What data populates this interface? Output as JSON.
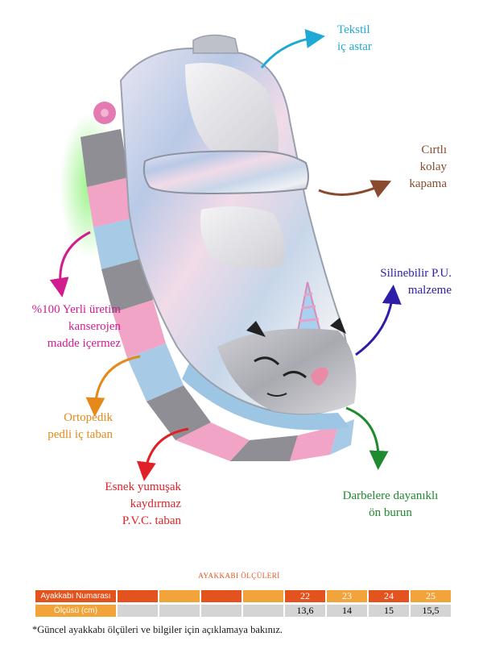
{
  "callouts": {
    "lining": {
      "lines": [
        "Tekstil",
        "iç astar"
      ],
      "color": "#1fa9d6"
    },
    "closure": {
      "lines": [
        "Cırtlı",
        "kolay",
        "kapama"
      ],
      "color": "#8a4a2e"
    },
    "material": {
      "lines": [
        "Silinebilir P.U.",
        "malzeme"
      ],
      "color": "#2c1ea8"
    },
    "local": {
      "lines": [
        "%100 Yerli üretim",
        "kanserojen",
        "madde içermez"
      ],
      "color": "#d11c8f"
    },
    "insole": {
      "lines": [
        "Ortopedik",
        "pedli iç taban"
      ],
      "color": "#e6891a"
    },
    "sole": {
      "lines": [
        "Esnek yumuşak",
        "kaydırmaz",
        "P.V.C. taban"
      ],
      "color": "#e02128"
    },
    "toe": {
      "lines": [
        "Darbelere dayanıklı",
        "ön burun"
      ],
      "color": "#1f8a2e"
    }
  },
  "size_table": {
    "title": "AYAKKABI ÖLÇÜLERİ",
    "row1_label": "Ayakkabı Numarası",
    "row2_label": "Ölçüsü (cm)",
    "sizes": [
      "",
      "",
      "",
      "",
      "22",
      "23",
      "24",
      "25"
    ],
    "lengths": [
      "",
      "",
      "",
      "",
      "13,6",
      "14",
      "15",
      "15,5"
    ],
    "colors": {
      "row1_header": "#e3531d",
      "row2_header": "#f2a33a",
      "row1_cells": [
        "#e3531d",
        "#f2a33a",
        "#e3531d",
        "#f2a33a",
        "#e3531d",
        "#f2a33a",
        "#e3531d",
        "#f2a33a"
      ],
      "row2_cells": "#d4d4d4"
    }
  },
  "footnote": "*Güncel ayakkabı ölçüleri ve bilgiler için açıklamaya bakınız."
}
